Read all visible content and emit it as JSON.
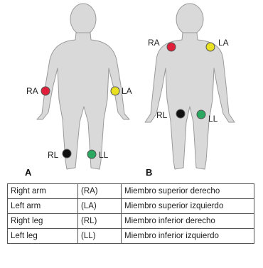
{
  "figure_a": {
    "panel_label": "A",
    "electrodes": [
      {
        "label": "RA",
        "color": "#e0203a"
      },
      {
        "label": "LA",
        "color": "#e8e020"
      },
      {
        "label": "RL",
        "color": "#111111"
      },
      {
        "label": "LL",
        "color": "#2aa860"
      }
    ]
  },
  "figure_b": {
    "panel_label": "B",
    "electrodes": [
      {
        "label": "RA",
        "color": "#e0203a"
      },
      {
        "label": "LA",
        "color": "#e8e020"
      },
      {
        "label": "RL",
        "color": "#111111"
      },
      {
        "label": "LL",
        "color": "#2aa860"
      }
    ]
  },
  "legend": {
    "rows": [
      {
        "name": "Right arm",
        "abbr": "(RA)",
        "spanish": "Miembro superior derecho"
      },
      {
        "name": "Left arm",
        "abbr": "(LA)",
        "spanish": "Miembro superior izquierdo"
      },
      {
        "name": "Right leg",
        "abbr": "(RL)",
        "spanish": "Miembro inferior derecho"
      },
      {
        "name": "Left leg",
        "abbr": "(LL)",
        "spanish": "Miembro inferior izquierdo"
      }
    ]
  }
}
